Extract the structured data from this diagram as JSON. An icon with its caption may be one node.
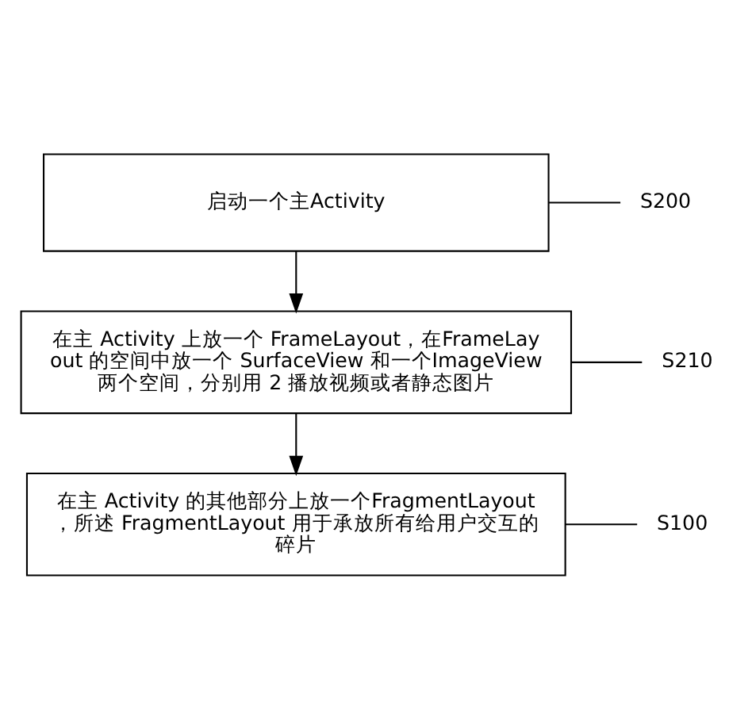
{
  "diagram": {
    "nodes": [
      {
        "text": [
          "启动一个主Activity"
        ]
      },
      {
        "text": [
          "S200"
        ]
      },
      {
        "text": [
          "在主 Activity 上放一个 FrameLayout，在FrameLayout 的空间中放一个 SurfaceView 和一个ImageView 两个空间，分别用 2 播放视频或者静态图片"
        ]
      },
      {
        "text": [
          "S210"
        ]
      },
      {
        "text": [
          "在主 Activity 的其他部分上放一个FragmentLayout，所述 FragmentLayout 用于承放所有给用户交互的碎片"
        ]
      },
      {
        "text": [
          "S100"
        ]
      }
    ],
    "edges": [
      {
        "from": 0,
        "to": 2,
        "arrow": "to"
      },
      {
        "from": 2,
        "to": 4,
        "arrow": "to"
      },
      {
        "from": 1,
        "to": 0,
        "arrow": "none"
      },
      {
        "from": 3,
        "to": 2,
        "arrow": "none"
      },
      {
        "from": 5,
        "to": 4,
        "arrow": "none"
      }
    ]
  }
}
